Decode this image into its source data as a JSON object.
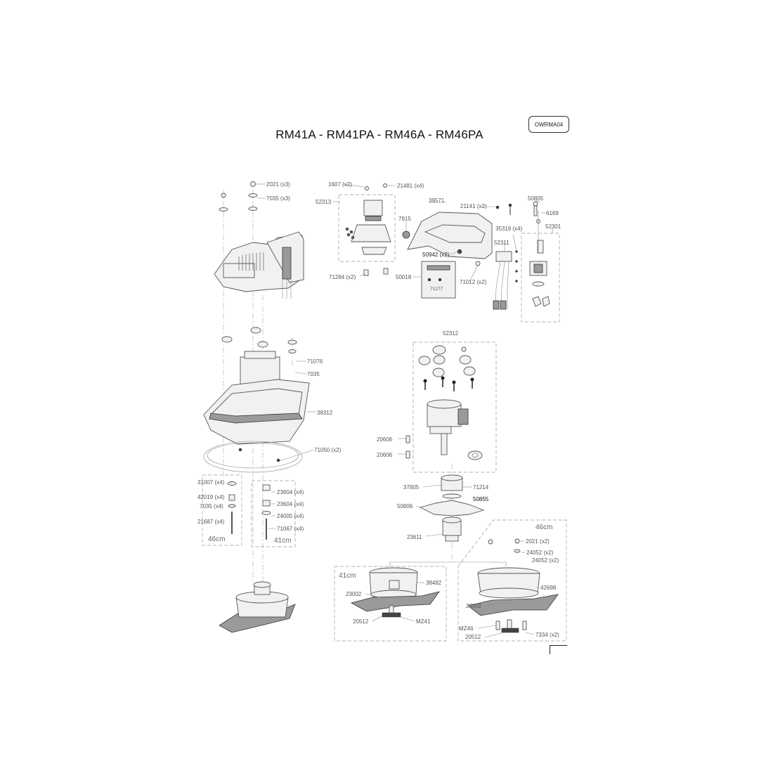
{
  "title": "RM41A - RM41PA - RM46A - RM46PA",
  "doc_code": "OWRMA04",
  "callouts": [
    {
      "id": "c2021a",
      "num": "2021",
      "qty": "(x3)"
    },
    {
      "id": "c7035a",
      "num": "7035",
      "qty": "(x3)"
    },
    {
      "id": "c1607",
      "num": "1607",
      "qty": "(x2)"
    },
    {
      "id": "c21481",
      "num": "21481",
      "qty": "(x4)"
    },
    {
      "id": "c52313",
      "num": "52313",
      "qty": ""
    },
    {
      "id": "c39571",
      "num": "39571",
      "qty": ""
    },
    {
      "id": "c21141",
      "num": "21141",
      "qty": "(x2)"
    },
    {
      "id": "c50805",
      "num": "50805",
      "qty": ""
    },
    {
      "id": "c6169",
      "num": "6169",
      "qty": ""
    },
    {
      "id": "c7915",
      "num": "7915",
      "qty": ""
    },
    {
      "id": "c35319",
      "num": "35319",
      "qty": "(x4)"
    },
    {
      "id": "c52301",
      "num": "52301",
      "qty": ""
    },
    {
      "id": "c52311",
      "num": "52311",
      "qty": ""
    },
    {
      "id": "c50942",
      "num": "50942",
      "qty": "(x2)"
    },
    {
      "id": "c50018",
      "num": "50018",
      "qty": ""
    },
    {
      "id": "c71277",
      "num": "71277",
      "qty": ""
    },
    {
      "id": "c71012",
      "num": "71012",
      "qty": "(x2)"
    },
    {
      "id": "c71284",
      "num": "71284",
      "qty": "(x2)"
    },
    {
      "id": "c71076",
      "num": "71076",
      "qty": ""
    },
    {
      "id": "c7035b",
      "num": "7035",
      "qty": ""
    },
    {
      "id": "c38312",
      "num": "38312",
      "qty": ""
    },
    {
      "id": "c71050",
      "num": "71050",
      "qty": "(x2)"
    },
    {
      "id": "c52312",
      "num": "52312",
      "qty": ""
    },
    {
      "id": "c20606a",
      "num": "20606",
      "qty": ""
    },
    {
      "id": "c20606b",
      "num": "20606",
      "qty": ""
    },
    {
      "id": "c31007",
      "num": "31007",
      "qty": "(x4)"
    },
    {
      "id": "c42019",
      "num": "42019",
      "qty": "(x4)"
    },
    {
      "id": "c7035c",
      "num": "7035",
      "qty": "(x4)"
    },
    {
      "id": "c21687",
      "num": "21687",
      "qty": "(x4)"
    },
    {
      "id": "c23604a",
      "num": "23604",
      "qty": "(x4)"
    },
    {
      "id": "c23604b",
      "num": "23604",
      "qty": "(x4)"
    },
    {
      "id": "c24005",
      "num": "24005",
      "qty": "(x4)"
    },
    {
      "id": "c71067",
      "num": "71067",
      "qty": "(x4)"
    },
    {
      "id": "c37805",
      "num": "37805",
      "qty": ""
    },
    {
      "id": "c71214",
      "num": "71214",
      "qty": ""
    },
    {
      "id": "c50855",
      "num": "50855",
      "qty": ""
    },
    {
      "id": "c50806",
      "num": "50806",
      "qty": ""
    },
    {
      "id": "c23611",
      "num": "23611",
      "qty": ""
    },
    {
      "id": "c2021b",
      "num": "2021",
      "qty": "(x2)"
    },
    {
      "id": "c24052a",
      "num": "24052",
      "qty": "(x2)"
    },
    {
      "id": "c24052b",
      "num": "24052",
      "qty": "(x2)"
    },
    {
      "id": "c38482",
      "num": "38482",
      "qty": ""
    },
    {
      "id": "c23002a",
      "num": "23002",
      "qty": ""
    },
    {
      "id": "c20512a",
      "num": "20512",
      "qty": ""
    },
    {
      "id": "cMZ41",
      "num": "MZ41",
      "qty": ""
    },
    {
      "id": "c42698",
      "num": "42698",
      "qty": ""
    },
    {
      "id": "c23002b",
      "num": "23002",
      "qty": ""
    },
    {
      "id": "cMZ46",
      "num": "MZ46",
      "qty": ""
    },
    {
      "id": "c20512b",
      "num": "20512",
      "qty": ""
    },
    {
      "id": "c7334",
      "num": "7334",
      "qty": "(x2)"
    }
  ],
  "size_labels": {
    "kit_left_46": "46cm",
    "kit_right_41": "41cm",
    "blade_41": "41cm",
    "blade_46": "46cm"
  }
}
